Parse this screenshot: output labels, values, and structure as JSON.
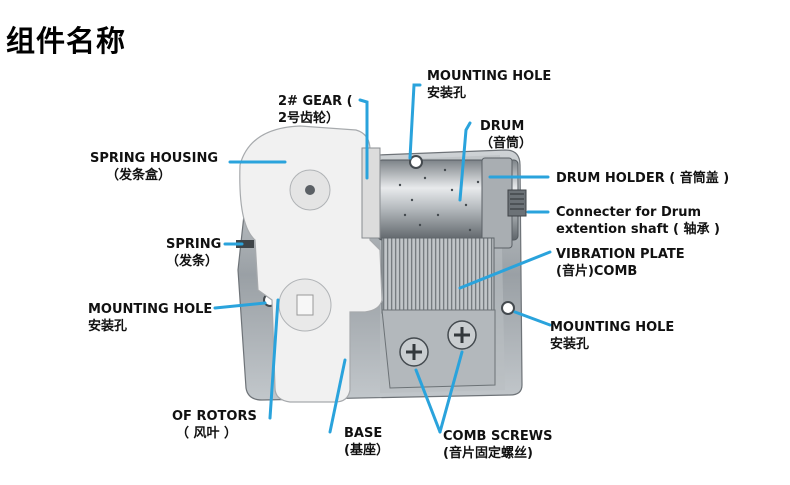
{
  "title": "组件名称",
  "colors": {
    "leader": "#2aa3dc",
    "text": "#111111"
  },
  "labels": {
    "gear": {
      "en": "2# GEAR (",
      "zh": "2号齿轮）"
    },
    "mount_top": {
      "en": "MOUNTING HOLE",
      "zh": "安装孔"
    },
    "drum": {
      "en": "DRUM",
      "zh": "（音筒）"
    },
    "spring_housing": {
      "en": "SPRING HOUSING",
      "zh": "（发条盒）"
    },
    "drum_holder": {
      "en": "DRUM HOLDER",
      "zh": "( 音筒盖 )"
    },
    "connecter": {
      "en": "Connecter for Drum",
      "en2": "extention shaft",
      "zh": "( 轴承 )"
    },
    "spring": {
      "en": "SPRING",
      "zh": "（发条）"
    },
    "vibration": {
      "en": "VIBRATION PLATE",
      "zh": "(音片)COMB"
    },
    "mount_left": {
      "en": "MOUNTING HOLE",
      "zh": "安装孔"
    },
    "mount_right": {
      "en": "MOUNTING HOLE",
      "zh": "安装孔"
    },
    "rotors": {
      "en": "OF ROTORS",
      "zh": "（ 风叶 ）"
    },
    "base": {
      "en": "BASE",
      "zh": "(基座）"
    },
    "comb_screws": {
      "en": "COMB SCREWS",
      "zh": "(音片固定螺丝)"
    }
  }
}
